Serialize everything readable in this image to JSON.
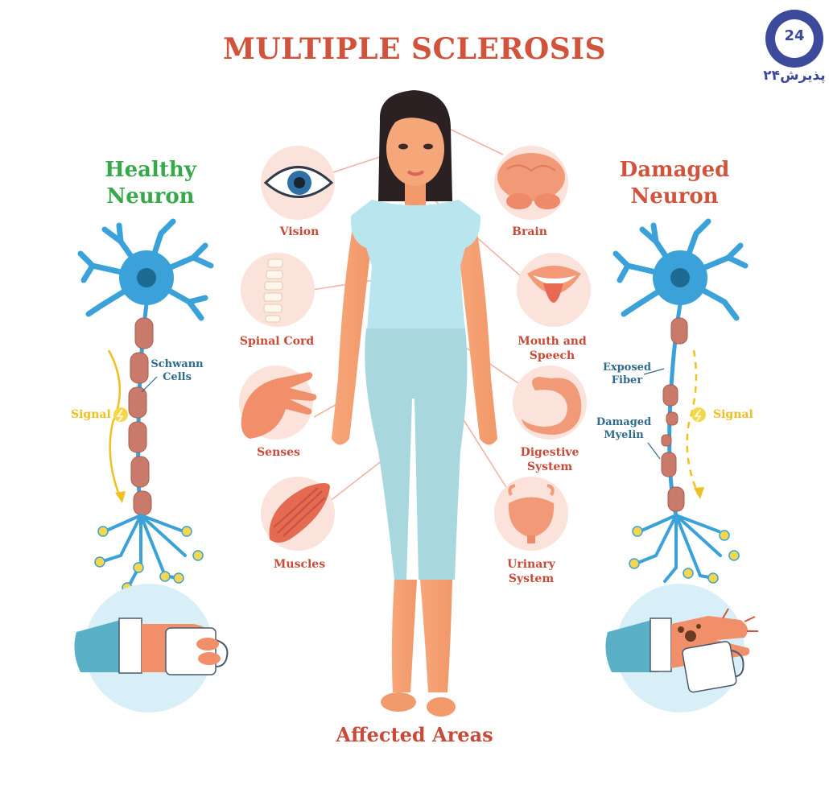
{
  "title": "MULTIPLE SCLEROSIS",
  "footer": "Affected Areas",
  "logo": {
    "text": "پذیرش۲۴",
    "badge": "24"
  },
  "healthy": {
    "heading_line1": "Healthy",
    "heading_line2": "Neuron",
    "schwann_line1": "Schwann",
    "schwann_line2": "Cells",
    "signal": "Signal"
  },
  "damaged": {
    "heading_line1": "Damaged",
    "heading_line2": "Neuron",
    "exposed_line1": "Exposed",
    "exposed_line2": "Fiber",
    "myelin_line1": "Damaged",
    "myelin_line2": "Myelin",
    "signal": "Signal"
  },
  "organs": {
    "vision": "Vision",
    "spinal_cord": "Spinal Cord",
    "senses": "Senses",
    "muscles": "Muscles",
    "brain": "Brain",
    "mouth_line1": "Mouth and",
    "mouth_line2": "Speech",
    "digestive_line1": "Digestive",
    "digestive_line2": "System",
    "urinary_line1": "Urinary",
    "urinary_line2": "System"
  },
  "colors": {
    "title": "#d2533c",
    "healthy": "#37a94a",
    "damaged": "#d2533c",
    "label": "#c84a38",
    "neuron_label": "#2f6b8d",
    "signal": "#f0c020",
    "neuron": "#3aa2d8",
    "myelin": "#c97a6a",
    "bubble": "#fbe2da",
    "logo": "#3d4a9c"
  }
}
